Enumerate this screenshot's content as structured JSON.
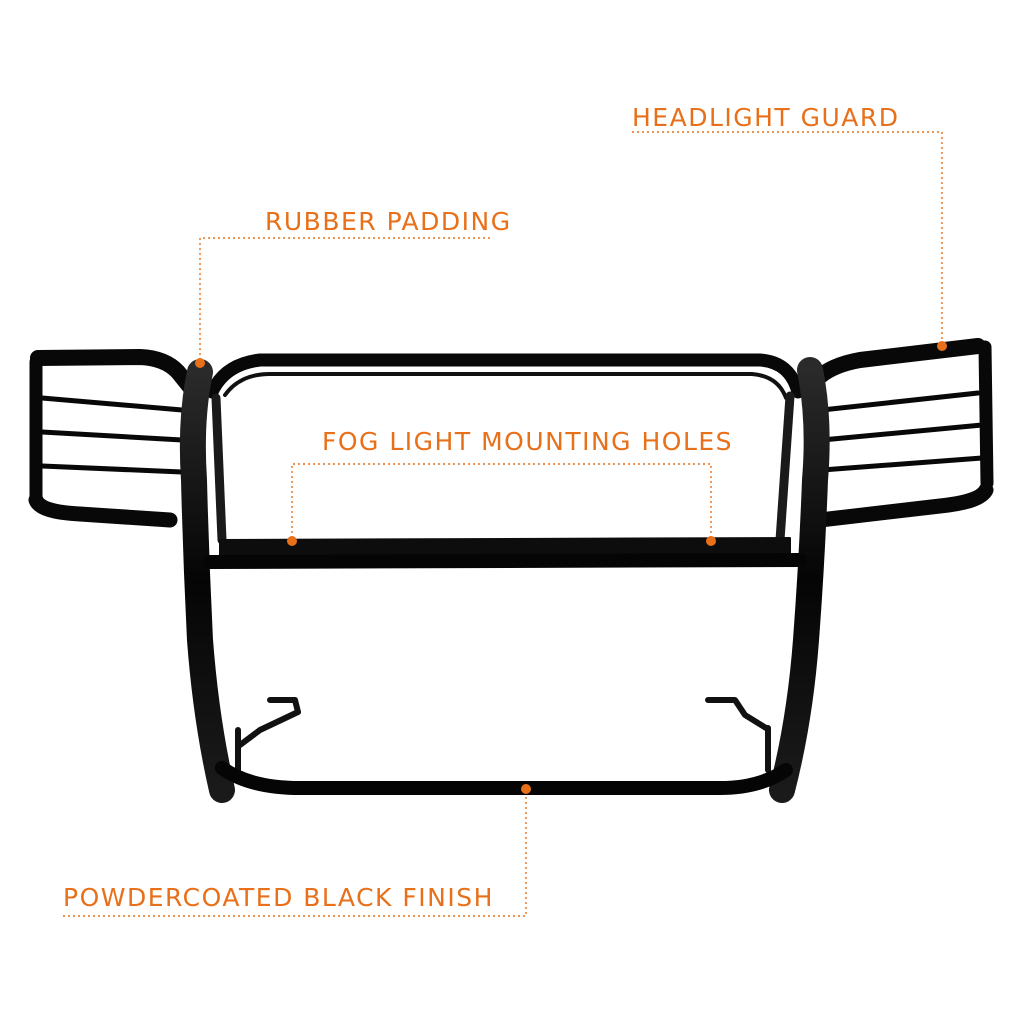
{
  "callouts": {
    "headlight_guard": "HEADLIGHT GUARD",
    "rubber_padding": "RUBBER PADDING",
    "fog_light_holes": "FOG LIGHT MOUNTING HOLES",
    "finish": "POWDERCOATED BLACK FINISH"
  },
  "colors": {
    "accent": "#e8701a",
    "product": "#0a0a0a",
    "background": "#ffffff"
  }
}
